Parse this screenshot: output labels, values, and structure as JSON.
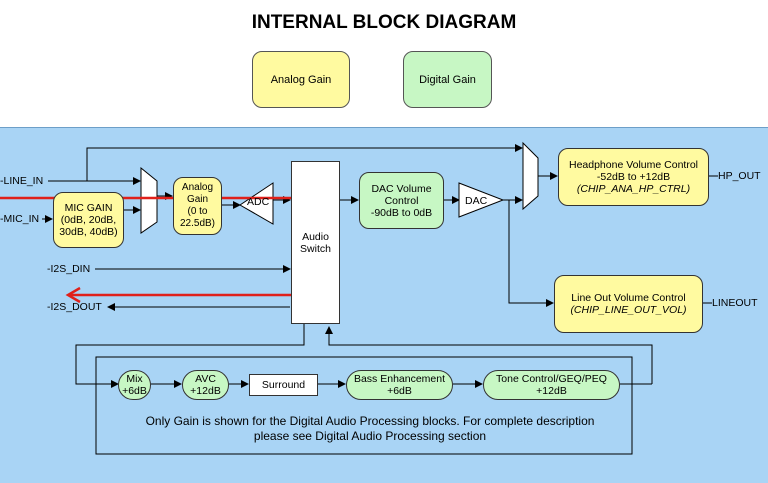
{
  "title": "INTERNAL BLOCK DIAGRAM",
  "legend": {
    "analog": "Analog Gain",
    "digital": "Digital Gain"
  },
  "colors": {
    "panel": "#a9d4f5",
    "analog": "#fffaa0",
    "digital": "#c7f7c4",
    "arrow": "#e0201a"
  },
  "signals": {
    "line_in": "LINE_IN",
    "mic_in": "MIC_IN",
    "i2s_din": "I2S_DIN",
    "i2s_dout": "I2S_DOUT",
    "hp_out": "HP_OUT",
    "lineout": "LINEOUT"
  },
  "blocks": {
    "mic_gain": [
      "MIC GAIN",
      "(0dB, 20dB,",
      "30dB, 40dB)"
    ],
    "analog_gain": [
      "Analog",
      "Gain",
      "(0 to",
      "22.5dB)"
    ],
    "adc": "ADC",
    "audio_switch": [
      "Audio",
      "Switch"
    ],
    "dac_volume": [
      "DAC Volume",
      "Control",
      "-90dB to 0dB"
    ],
    "dac": "DAC",
    "hp_volume": [
      "Headphone Volume Control",
      "-52dB to +12dB",
      "(CHIP_ANA_HP_CTRL)"
    ],
    "lineout_volume": [
      "Line Out Volume Control",
      "(CHIP_LINE_OUT_VOL)"
    ],
    "mix": [
      "Mix",
      "+6dB"
    ],
    "avc": [
      "AVC",
      "+12dB"
    ],
    "surround": "Surround",
    "bass": [
      "Bass Enhancement",
      "+6dB"
    ],
    "tone": [
      "Tone Control/GEQ/PEQ",
      "+12dB"
    ]
  },
  "note": [
    "Only Gain is shown for the Digital Audio Processing blocks.  For complete description",
    "please see Digital Audio Processing section"
  ]
}
